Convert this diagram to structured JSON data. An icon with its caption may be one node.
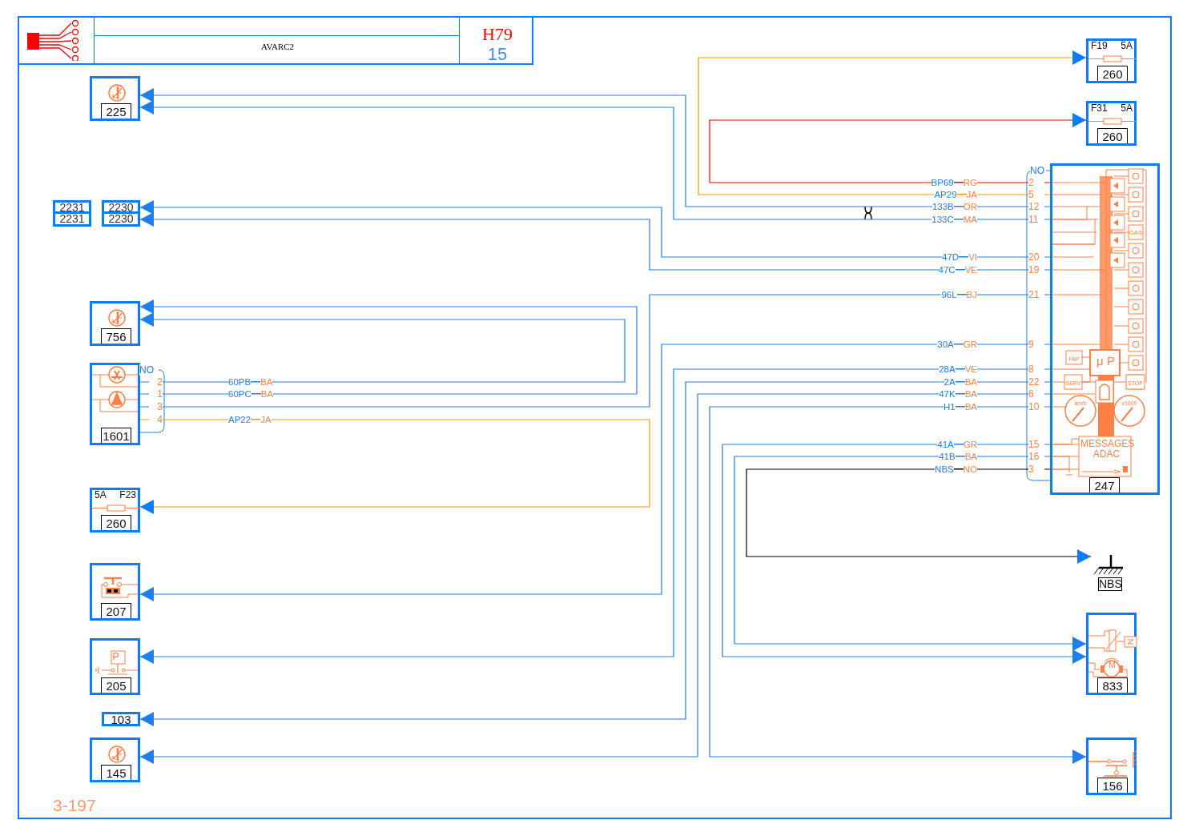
{
  "diagram": {
    "title": "AVARC2",
    "nodes": [
      {
        "text": [
          "225"
        ]
      },
      {
        "text": [
          "2231",
          "2231"
        ]
      },
      {
        "text": [
          "2230",
          "2230"
        ]
      },
      {
        "text": [
          "756"
        ]
      },
      {
        "text": [
          "1601"
        ],
        "beside": [
          "NO",
          "2",
          "1",
          "3",
          "4"
        ]
      },
      {
        "text": [
          "5A",
          "F23",
          "260"
        ]
      },
      {
        "text": [
          "207"
        ]
      },
      {
        "text": [
          "P",
          "205"
        ]
      },
      {
        "text": [
          "103"
        ]
      },
      {
        "text": [
          "145"
        ]
      },
      {
        "text": [
          "F19",
          "5A",
          "260"
        ]
      },
      {
        "text": [
          "F31",
          "5A",
          "260"
        ]
      },
      {
        "text": [
          "GAS",
          "FAP",
          "μ P",
          "SERV",
          "STOP",
          "km/h",
          "x1000",
          "MESSAGES ADAC",
          "247"
        ],
        "beside": [
          "NO",
          "2",
          "5",
          "12",
          "11",
          "20",
          "19",
          "21",
          "9",
          "8",
          "22",
          "6",
          "10",
          "15",
          "16",
          "3"
        ]
      },
      {
        "text": [
          "NBS"
        ]
      },
      {
        "text": [
          "M",
          "833"
        ]
      },
      {
        "text": [
          "156"
        ]
      }
    ],
    "edges": [
      {
        "from": 12,
        "to": 11,
        "arrow": "to",
        "label": "BP69 RG",
        "color": "#ff0000"
      },
      {
        "from": 12,
        "to": 10,
        "arrow": "to",
        "label": "AP29 JA",
        "color": "#ff9900"
      },
      {
        "from": 12,
        "to": 0,
        "arrow": "to",
        "label": "133B OR"
      },
      {
        "from": 12,
        "to": 0,
        "arrow": "to",
        "label": "133C MA"
      },
      {
        "from": 12,
        "to": 2,
        "arrow": "to",
        "label": "47D VI"
      },
      {
        "from": 12,
        "to": 2,
        "arrow": "to",
        "label": "47C VE"
      },
      {
        "from": 12,
        "to": 4,
        "arrow": "none",
        "label": "96L BJ"
      },
      {
        "from": 4,
        "to": 3,
        "arrow": "to",
        "label": "60PB BA"
      },
      {
        "from": 4,
        "to": 3,
        "arrow": "to",
        "label": "60PC BA"
      },
      {
        "from": 4,
        "to": 5,
        "arrow": "to",
        "label": "AP22 JA",
        "color": "#ff9900"
      },
      {
        "from": 12,
        "to": 6,
        "arrow": "to",
        "label": "30A GR"
      },
      {
        "from": 12,
        "to": 7,
        "arrow": "to",
        "label": "28A VE"
      },
      {
        "from": 12,
        "to": 8,
        "arrow": "to",
        "label": "2A BA"
      },
      {
        "from": 12,
        "to": 9,
        "arrow": "to",
        "label": "47K BA"
      },
      {
        "from": 12,
        "to": 15,
        "arrow": "to",
        "label": "H1 BA"
      },
      {
        "from": 12,
        "to": 14,
        "arrow": "to",
        "label": "41A GR"
      },
      {
        "from": 12,
        "to": 14,
        "arrow": "to",
        "label": "41B BA"
      },
      {
        "from": 12,
        "to": 13,
        "arrow": "to",
        "label": "NBS NO",
        "color": "#000000"
      }
    ],
    "labels": [
      "H79",
      "15",
      "3-197"
    ]
  }
}
